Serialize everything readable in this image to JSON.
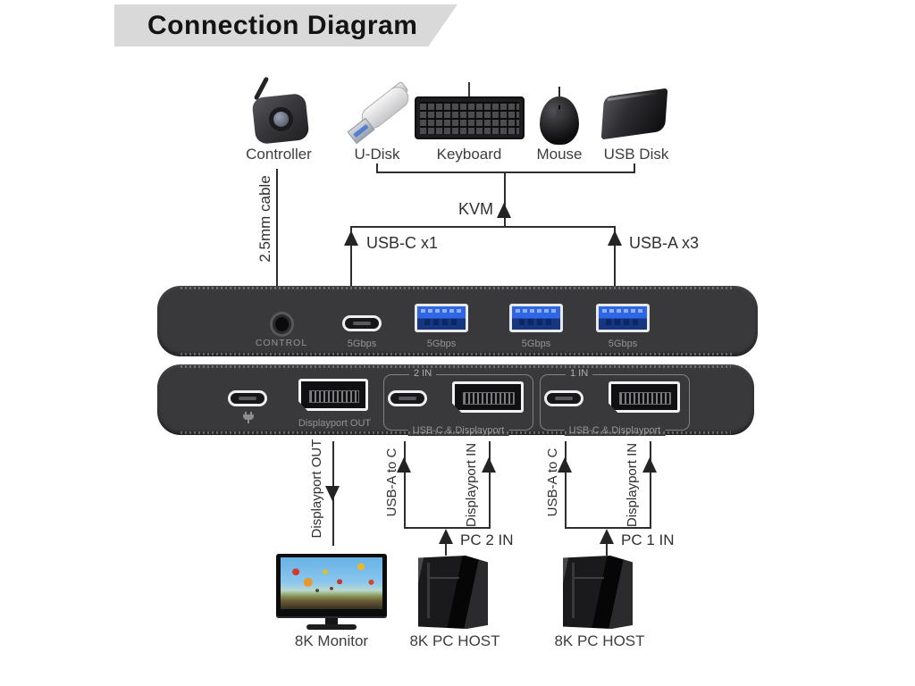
{
  "title": "Connection Diagram",
  "top_devices": {
    "controller": "Controller",
    "udisk": "U-Disk",
    "keyboard": "Keyboard",
    "mouse": "Mouse",
    "usbdisk": "USB Disk"
  },
  "wiring": {
    "cable": "2.5mm cable",
    "kvm": "KVM",
    "usbc_x1": "USB-C x1",
    "usba_x3": "USB-A x3",
    "dp_out": "Displayport OUT",
    "usba_to_c_2": "USB-A to C",
    "dp_in_2": "Displayport IN",
    "pc2_in": "PC 2 IN",
    "usba_to_c_1": "USB-A to C",
    "dp_in_1": "Displayport IN",
    "pc1_in": "PC 1 IN"
  },
  "front_panel": {
    "control": "CONTROL",
    "usbc_speed": "5Gbps",
    "usba_speeds": [
      "5Gbps",
      "5Gbps",
      "5Gbps"
    ]
  },
  "back_panel": {
    "dp_out": "Displayport OUT",
    "group2_title": "2 IN",
    "group2_label": "USB-C & Displayport",
    "group1_title": "1 IN",
    "group1_label": "USB-C & Displayport"
  },
  "bottom_devices": {
    "monitor": "8K Monitor",
    "pc2": "8K PC HOST",
    "pc1": "8K PC HOST"
  },
  "colors": {
    "banner_bg": "#d9d9d9",
    "line": "#2e2e2e",
    "panel_body": "#39393b",
    "usb_blue": "#2e66e6",
    "port_label": "#939395"
  }
}
